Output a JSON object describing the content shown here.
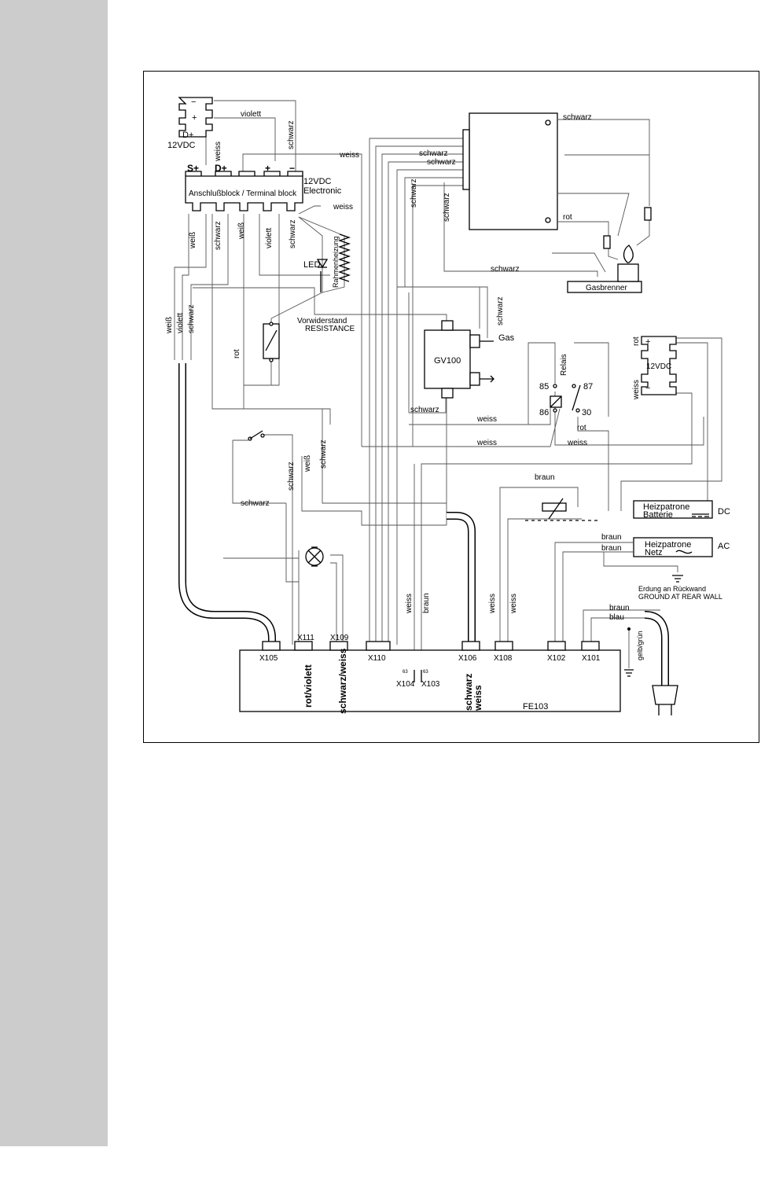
{
  "labels": {
    "battery_top": "12VDC",
    "battery_top_minus": "−",
    "battery_top_plus": "+",
    "battery_top_dplus": "D+",
    "term_s": "S+",
    "term_d": "D+",
    "term_plus": "+",
    "term_minus": "−",
    "terminal_block": "Anschlußblock / Terminal block",
    "electronic": "12VDC\nElectronic",
    "electronic_l1": "12VDC",
    "electronic_l2": "Electronic",
    "led": "LED",
    "rahmenheizung": "Rahmenheizung",
    "vorwiderstand": "Vorwiderstand",
    "resistance": "RESISTANCE",
    "gasbrenner": "Gasbrenner",
    "gv100": "GV100",
    "gas": "Gas",
    "relais": "Relais",
    "r85": "85",
    "r86": "86",
    "r87": "87",
    "r30": "30",
    "battery_right": "12VDC",
    "heiz_batt_1": "Heizpatrone",
    "heiz_batt_2": "Batterie",
    "dc": "DC",
    "heiz_netz_1": "Heizpatrone",
    "heiz_netz_2": "Netz",
    "ac": "AC",
    "erdung_1": "Erdung an Rückwand",
    "erdung_2": "GROUND AT  REAR WALL",
    "fe103": "FE103",
    "x105": "X105",
    "x111": "X111",
    "x109": "X109",
    "x110": "X110",
    "x106": "X106",
    "x108": "X108",
    "x102": "X102",
    "x101": "X101",
    "x104": "X104",
    "x103": "X103",
    "pin63a": "63",
    "pin63b": "63",
    "rot_violett": "rot/violett",
    "schwarz_weiss_109": "schwarz/weiss",
    "schwarz_106": "schwarz",
    "weiss_106": "weiss"
  },
  "wires": {
    "violett": "violett",
    "schwarz": "schwarz",
    "weiss": "weiss",
    "weiss_eszett": "weiß",
    "weil": "weiß",
    "rot": "rot",
    "braun": "braun",
    "blau": "blau",
    "gelb_gruen": "gelb/grün"
  }
}
